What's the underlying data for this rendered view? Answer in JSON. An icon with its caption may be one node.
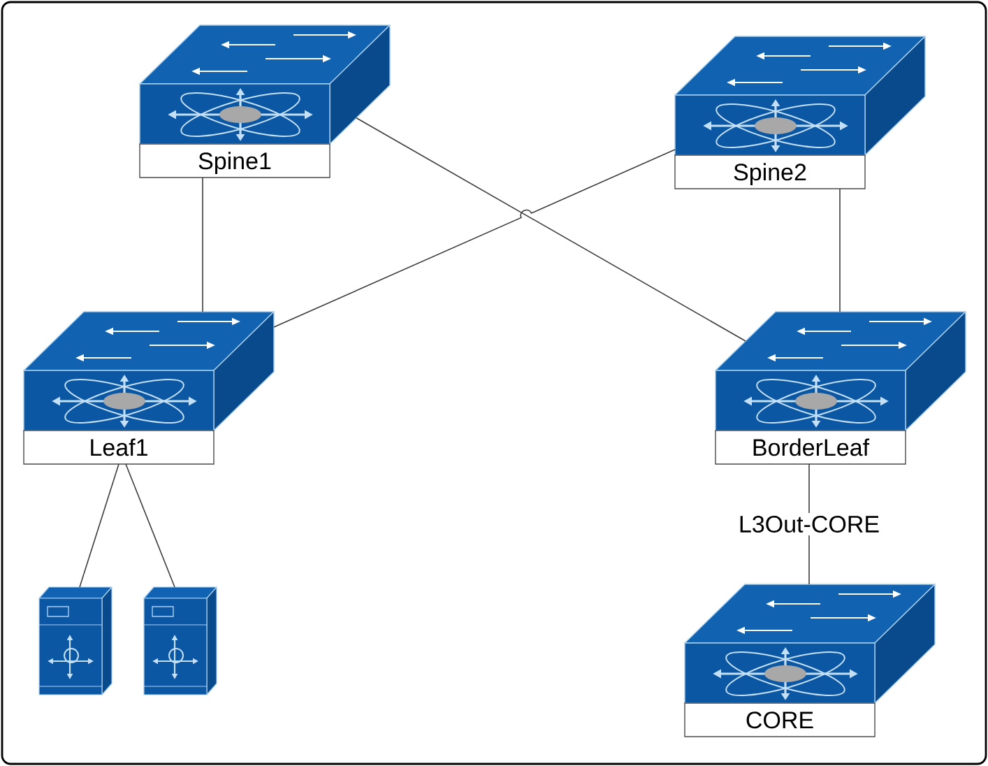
{
  "diagram": {
    "nodes": [
      {
        "text": [
          "Spine1"
        ]
      },
      {
        "text": [
          "Spine2"
        ]
      },
      {
        "text": [
          "Leaf1"
        ]
      },
      {
        "text": [
          "BorderLeaf"
        ]
      },
      {
        "text": [],
        "shape": "picture"
      },
      {
        "text": [],
        "shape": "picture"
      },
      {
        "text": [
          "CORE"
        ]
      }
    ],
    "edges": [
      {
        "from": 0,
        "to": 2,
        "arrow": "none"
      },
      {
        "from": 0,
        "to": 3,
        "arrow": "none"
      },
      {
        "from": 1,
        "to": 2,
        "arrow": "none"
      },
      {
        "from": 1,
        "to": 3,
        "arrow": "none"
      },
      {
        "from": 2,
        "to": 4,
        "arrow": "none"
      },
      {
        "from": 2,
        "to": 5,
        "arrow": "none"
      },
      {
        "from": 3,
        "to": 6,
        "arrow": "none",
        "label": "L3Out-CORE"
      }
    ]
  }
}
